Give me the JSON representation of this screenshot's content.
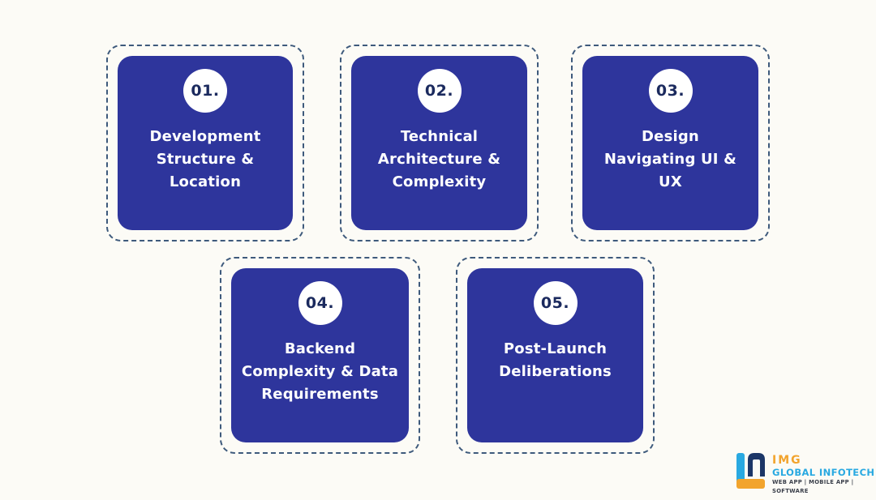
{
  "cards": [
    {
      "number": "01.",
      "title": "Development\nStructure &\nLocation"
    },
    {
      "number": "02.",
      "title": "Technical\nArchitecture &\nComplexity"
    },
    {
      "number": "03.",
      "title": "Design\nNavigating UI &\nUX"
    },
    {
      "number": "04.",
      "title": "Backend\nComplexity & Data\nRequirements"
    },
    {
      "number": "05.",
      "title": "Post-Launch\nDeliberations"
    }
  ],
  "logo": {
    "name": "IMG",
    "subtitle": "GLOBAL INFOTECH",
    "tagline": "WEB APP | MOBILE APP | SOFTWARE"
  },
  "colors": {
    "page_background": "#fcfbf6",
    "card_background": "#2e359c",
    "dashed_border": "#3e5a7c",
    "circle_background": "#ffffff",
    "number_text": "#1b2a5e",
    "title_text": "#ffffff",
    "logo_orange": "#f2a42d",
    "logo_blue": "#29a9e1",
    "logo_navy": "#1c3667",
    "logo_tagline_text": "#3a3f4a"
  }
}
